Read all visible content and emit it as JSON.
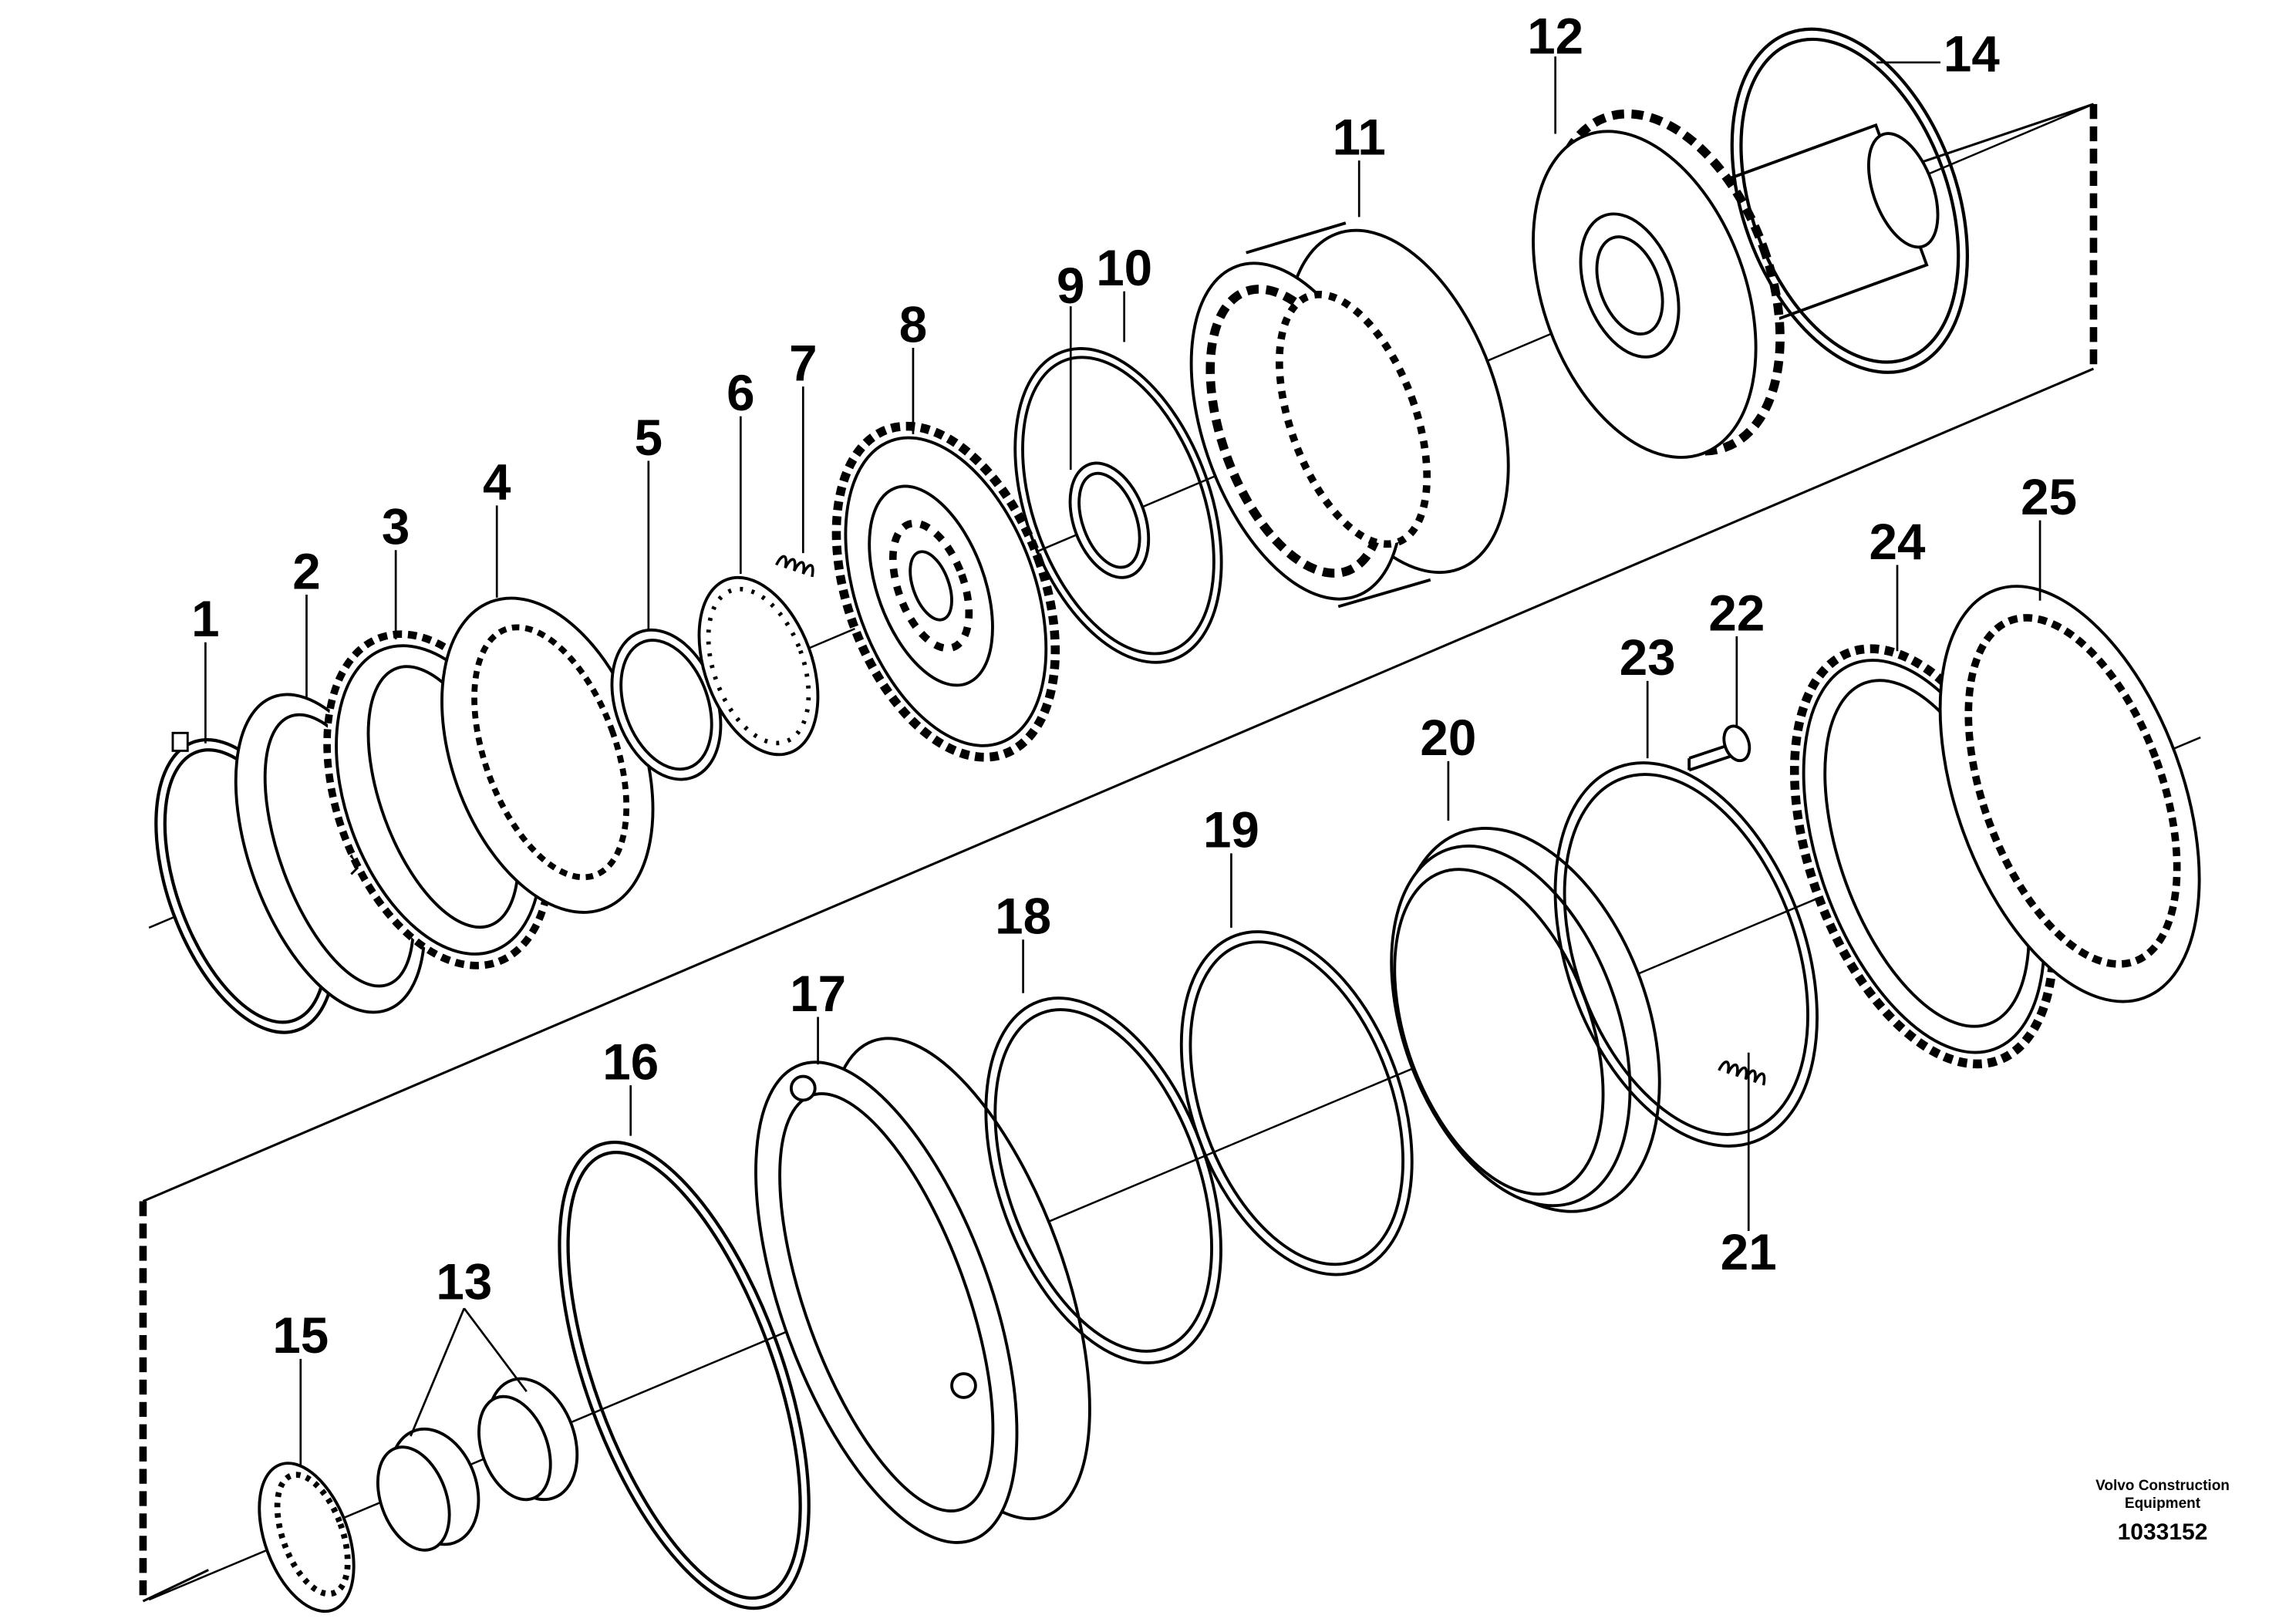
{
  "publisher": {
    "line1": "Volvo Construction",
    "line2": "Equipment"
  },
  "drawing_number": "1033152",
  "part_labels": [
    "1",
    "2",
    "3",
    "4",
    "5",
    "6",
    "7",
    "8",
    "9",
    "10",
    "11",
    "12",
    "13",
    "14",
    "15",
    "16",
    "17",
    "18",
    "19",
    "20",
    "21",
    "22",
    "23",
    "24",
    "25"
  ],
  "colors": {
    "ink": "#000000",
    "paper": "#ffffff"
  }
}
